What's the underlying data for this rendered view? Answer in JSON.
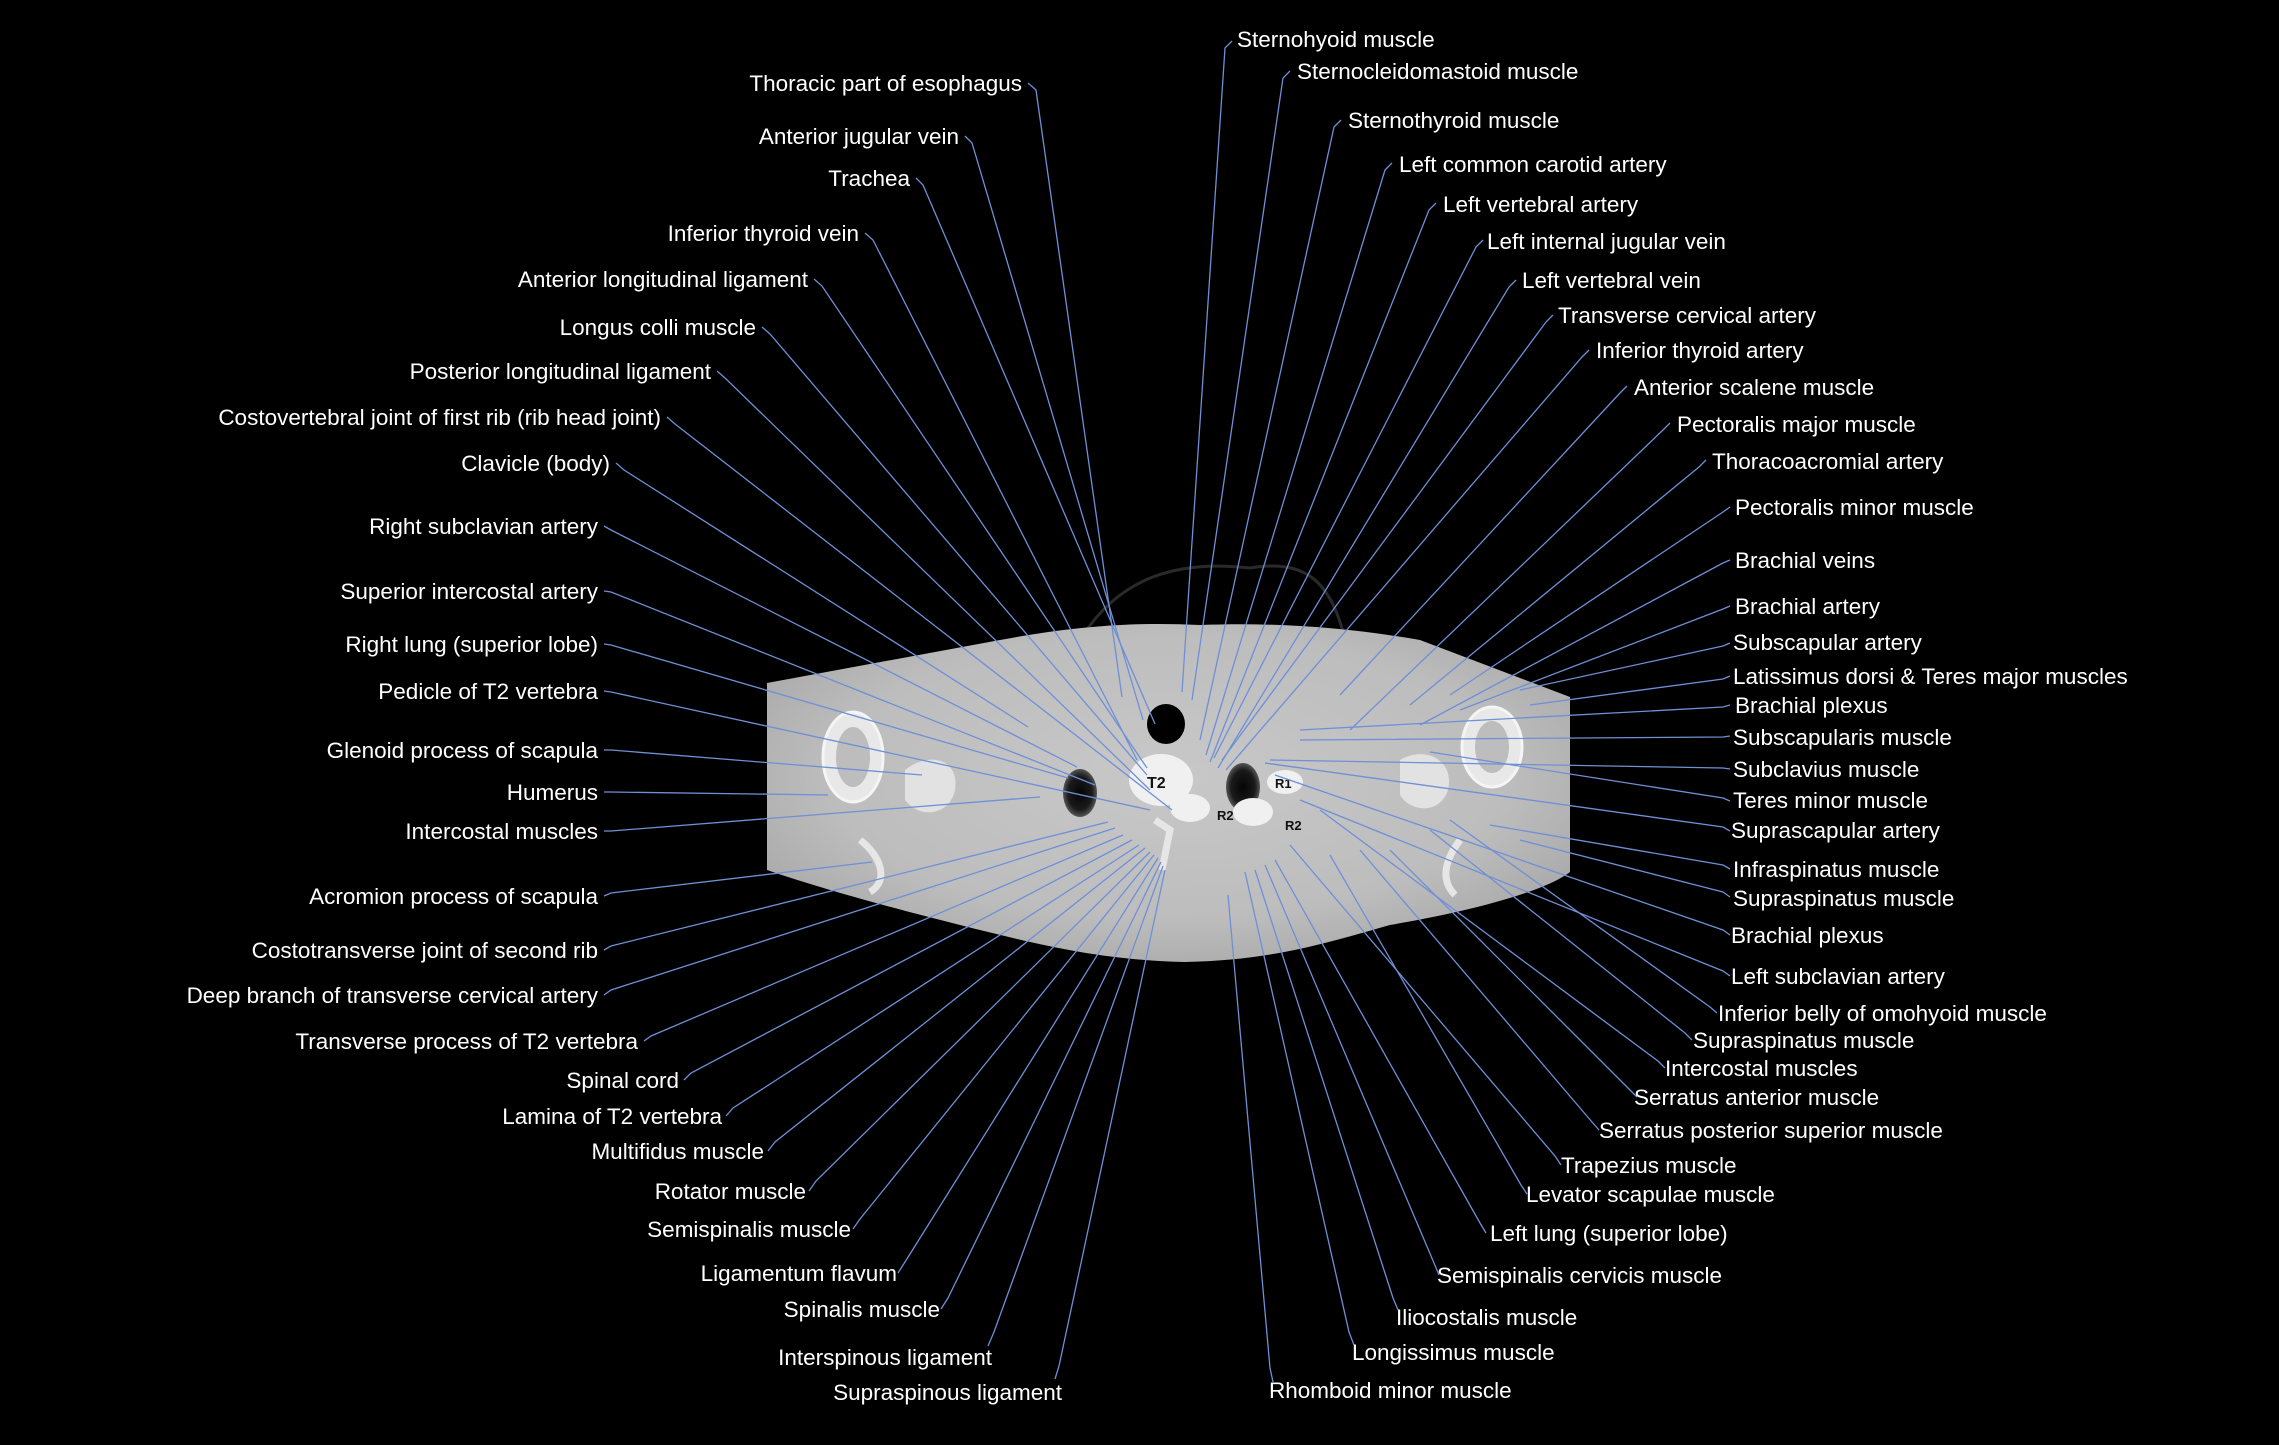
{
  "colors": {
    "background": "#000000",
    "label_text": "#ffffff",
    "leader_line": "#6f8fd6"
  },
  "markers": {
    "t2": "T2",
    "r1": "R1",
    "r2_left": "R2",
    "r2_right": "R2"
  },
  "labels": {
    "thoracic_esophagus": "Thoracic part of esophagus",
    "anterior_jugular_vein": "Anterior jugular vein",
    "trachea": "Trachea",
    "inferior_thyroid_vein": "Inferior thyroid vein",
    "anterior_longitudinal_ligament": "Anterior longitudinal ligament",
    "longus_colli": "Longus colli muscle",
    "posterior_longitudinal_ligament": "Posterior longitudinal ligament",
    "costovertebral_joint": "Costovertebral joint of first rib (rib head joint)",
    "clavicle_body": "Clavicle (body)",
    "right_subclavian_artery": "Right subclavian artery",
    "superior_intercostal_artery": "Superior intercostal artery",
    "right_lung_superior": "Right lung (superior lobe)",
    "pedicle_t2": "Pedicle of T2 vertebra",
    "glenoid": "Glenoid process of scapula",
    "humerus": "Humerus",
    "intercostal_muscles_right": "Intercostal muscles",
    "acromion": "Acromion process of scapula",
    "costotransverse_joint": "Costotransverse joint of second rib",
    "deep_branch_tca": "Deep branch of transverse cervical artery",
    "transverse_process_t2": "Transverse process of T2 vertebra",
    "spinal_cord": "Spinal cord",
    "lamina_t2": "Lamina of T2 vertebra",
    "multifidus": "Multifidus muscle",
    "rotator": "Rotator muscle",
    "semispinalis": "Semispinalis muscle",
    "ligamentum_flavum": "Ligamentum flavum",
    "spinalis": "Spinalis muscle",
    "interspinous_ligament": "Interspinous ligament",
    "supraspinous_ligament": "Supraspinous ligament",
    "sternohyoid": "Sternohyoid muscle",
    "sternocleidomastoid": "Sternocleidomastoid muscle",
    "sternothyroid": "Sternothyroid muscle",
    "left_common_carotid": "Left common carotid artery",
    "left_vertebral_artery": "Left vertebral artery",
    "left_internal_jugular": "Left internal jugular vein",
    "left_vertebral_vein": "Left vertebral vein",
    "transverse_cervical_artery": "Transverse cervical artery",
    "inferior_thyroid_artery": "Inferior thyroid artery",
    "anterior_scalene": "Anterior scalene muscle",
    "pectoralis_major": "Pectoralis major muscle",
    "thoracoacromial_artery": "Thoracoacromial artery",
    "pectoralis_minor": "Pectoralis minor muscle",
    "brachial_veins": "Brachial veins",
    "brachial_artery": "Brachial artery",
    "subscapular_artery": "Subscapular artery",
    "latissimus_teres_major": "Latissimus dorsi & Teres major muscles",
    "brachial_plexus_1": "Brachial plexus",
    "subscapularis": "Subscapularis muscle",
    "subclavius": "Subclavius muscle",
    "teres_minor": "Teres minor muscle",
    "suprascapular_artery": "Suprascapular artery",
    "infraspinatus": "Infraspinatus muscle",
    "supraspinatus_1": "Supraspinatus muscle",
    "brachial_plexus_2": "Brachial plexus",
    "left_subclavian_artery": "Left subclavian artery",
    "inferior_belly_omohyoid": "Inferior belly of omohyoid muscle",
    "supraspinatus_2": "Supraspinatus muscle",
    "intercostal_muscles_left": "Intercostal muscles",
    "serratus_anterior": "Serratus anterior muscle",
    "serratus_posterior_superior": "Serratus posterior superior muscle",
    "trapezius": "Trapezius muscle",
    "levator_scapulae": "Levator scapulae muscle",
    "left_lung_superior": "Left lung (superior lobe)",
    "semispinalis_cervicis": "Semispinalis cervicis muscle",
    "iliocostalis": "Iliocostalis muscle",
    "longissimus": "Longissimus muscle",
    "rhomboid_minor": "Rhomboid minor muscle"
  }
}
